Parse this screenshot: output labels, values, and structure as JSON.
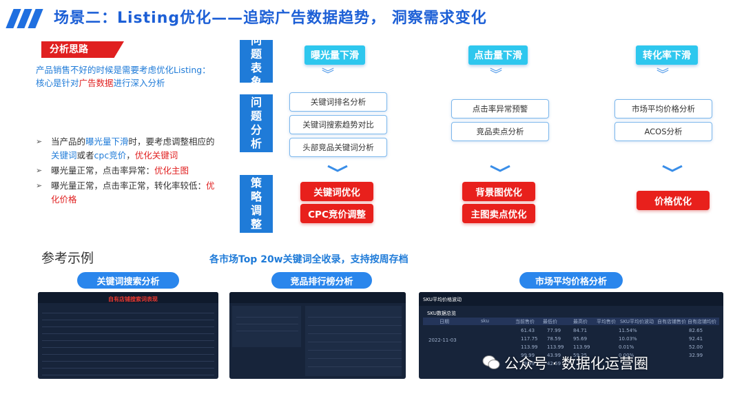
{
  "header": {
    "title": "场景二：Listing优化——追踪广告数据趋势， 洞察需求变化"
  },
  "analysis": {
    "tag": "分析思路",
    "intro_line1": "产品销售不好的时候是需要考虑优化Listing：",
    "intro_line2_pre": "核心是针对",
    "intro_line2_red": "广告数据",
    "intro_line2_post": "进行深入分析",
    "bullets": [
      {
        "p1": "当产品的",
        "b1": "曝光量下滑",
        "p2": "时，要考虑调整相应的",
        "b2": "关键词",
        "p3": "或者",
        "b3": "cpc竞价",
        "p4": "，",
        "r1": "优化关键词"
      },
      {
        "p1": "曝光量正常，点击率异常：",
        "r1": "优化主图"
      },
      {
        "p1": "曝光量正常，点击率正常，转化率较低：",
        "r1": "优化价格"
      }
    ]
  },
  "rows": {
    "symptom": "问题表象",
    "analysis": "问题分析",
    "strategy": "策略调整"
  },
  "columns": [
    {
      "header": "曝光量下滑",
      "analysis": [
        "关键词排名分析",
        "关键词搜索趋势对比",
        "头部竞品关键词分析"
      ],
      "actions": [
        "关键词优化",
        "CPC竞价调整"
      ]
    },
    {
      "header": "点击量下滑",
      "analysis": [
        "点击率异常预警",
        "竞品卖点分析"
      ],
      "actions": [
        "背景图优化",
        "主图卖点优化"
      ]
    },
    {
      "header": "转化率下滑",
      "analysis": [
        "市场平均价格分析",
        "ACOS分析"
      ],
      "actions": [
        "价格优化"
      ]
    }
  ],
  "examples": {
    "title": "参考示例",
    "subtitle": "各市场Top 20w关键词全收录，支持按周存档",
    "pills": [
      "关键词搜索分析",
      "竞品排行榜分析",
      "市场平均价格分析"
    ],
    "shot1_title": "自有店铺搜索词表现",
    "shot3_header": "SKU平均价格波动",
    "shot3_section": "SKU数据总览",
    "shot3_date": "2022-11-03",
    "shot3_cols": [
      "日期",
      "sku",
      "当前售价",
      "最低价",
      "最高价",
      "平均售价",
      "SKU平均价波动",
      "自有店铺售价",
      "自有店铺均价"
    ],
    "shot3_rows": [
      [
        "61.43",
        "77.99",
        "84.71",
        "11.54%",
        "82.65"
      ],
      [
        "117.75",
        "78.59",
        "95.69",
        "10.03%",
        "92.41"
      ],
      [
        "113.99",
        "113.99",
        "113.99",
        "0.01%",
        "52.00"
      ],
      [
        "99.99",
        "43.99",
        "59.25",
        "0.00%",
        "32.99"
      ],
      [
        "79.99",
        "42.59",
        "",
        "",
        ""
      ]
    ]
  },
  "watermark": "公众号 · 数据化运营圈",
  "colors": {
    "brand_blue": "#1c5fd6",
    "cyan": "#2ec7ee",
    "red": "#e8201c",
    "dark_panel": "#17243a"
  }
}
